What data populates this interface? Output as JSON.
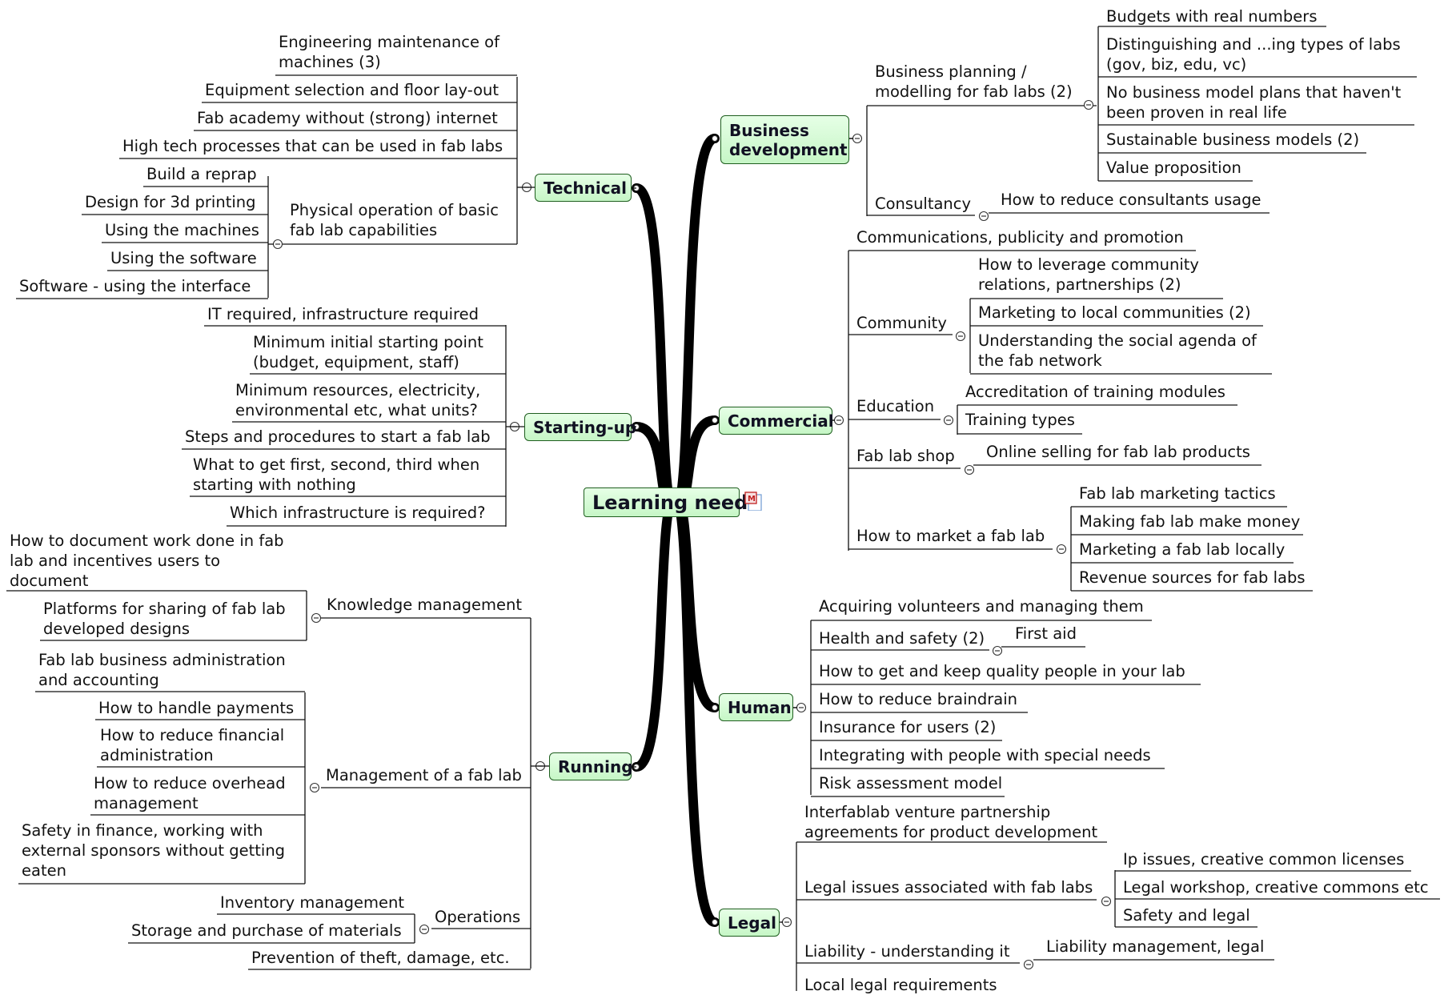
{
  "central": "Learning needs",
  "central_icon": "note-icon",
  "branches": [
    {
      "key": "technical",
      "label": "Technical",
      "children": [
        {
          "label": "Engineering maintenance of\nmachines (3)"
        },
        {
          "label": "Equipment selection and floor lay-out"
        },
        {
          "label": "Fab academy without (strong) internet"
        },
        {
          "label": "High tech processes that can be used in fab labs"
        },
        {
          "label": "Physical operation of basic\nfab lab capabilities",
          "children": [
            {
              "label": "Build a reprap"
            },
            {
              "label": "Design for 3d printing"
            },
            {
              "label": "Using the machines"
            },
            {
              "label": "Using the software"
            },
            {
              "label": "Software - using the interface"
            }
          ]
        }
      ]
    },
    {
      "key": "starting",
      "label": "Starting-up",
      "children": [
        {
          "label": "IT required, infrastructure required"
        },
        {
          "label": "Minimum initial starting point\n(budget, equipment, staff)"
        },
        {
          "label": "Minimum resources, electricity,\nenvironmental etc, what units?"
        },
        {
          "label": "Steps and procedures to start a fab lab"
        },
        {
          "label": "What to get first, second, third when\nstarting with nothing"
        },
        {
          "label": "Which infrastructure is required?"
        }
      ]
    },
    {
      "key": "running",
      "label": "Running",
      "children": [
        {
          "label": "Knowledge management",
          "children": [
            {
              "label": "How to document work done in fab\nlab and incentives users to\ndocument"
            },
            {
              "label": "Platforms for sharing of fab lab\ndeveloped designs"
            }
          ]
        },
        {
          "label": "Management of a fab lab",
          "children": [
            {
              "label": "Fab lab business administration\nand accounting"
            },
            {
              "label": "How to handle payments"
            },
            {
              "label": "How to reduce financial\nadministration"
            },
            {
              "label": "How to reduce overhead\nmanagement"
            },
            {
              "label": "Safety in finance, working with\nexternal sponsors without getting\neaten"
            }
          ]
        },
        {
          "label": "Operations",
          "children": [
            {
              "label": "Inventory management"
            },
            {
              "label": "Storage and purchase of materials"
            }
          ]
        },
        {
          "label": "Prevention of theft, damage, etc."
        }
      ]
    },
    {
      "key": "business",
      "label": "Business\ndevelopment",
      "children": [
        {
          "label": "Business planning /\nmodelling for fab labs (2)",
          "children": [
            {
              "label": "Budgets with real numbers"
            },
            {
              "label": "Distinguishing and ...ing types of labs\n(gov, biz, edu, vc)"
            },
            {
              "label": "No business model plans that haven't\nbeen proven in real life"
            },
            {
              "label": "Sustainable business models (2)"
            },
            {
              "label": "Value proposition"
            }
          ]
        },
        {
          "label": "Consultancy",
          "children": [
            {
              "label": "How to reduce consultants usage"
            }
          ]
        }
      ]
    },
    {
      "key": "commercial",
      "label": "Commercial",
      "children": [
        {
          "label": "Communications, publicity and promotion"
        },
        {
          "label": "Community",
          "children": [
            {
              "label": "How to leverage community\nrelations, partnerships (2)"
            },
            {
              "label": "Marketing to local communities (2)"
            },
            {
              "label": "Understanding the social agenda of\nthe fab network"
            }
          ]
        },
        {
          "label": "Education",
          "children": [
            {
              "label": "Accreditation of training modules"
            },
            {
              "label": "Training types"
            }
          ]
        },
        {
          "label": "Fab lab shop",
          "children": [
            {
              "label": "Online selling for fab lab products"
            }
          ]
        },
        {
          "label": "How to market a fab lab",
          "children": [
            {
              "label": "Fab lab marketing tactics"
            },
            {
              "label": "Making fab lab make money"
            },
            {
              "label": "Marketing a fab lab locally"
            },
            {
              "label": "Revenue sources for fab labs"
            }
          ]
        }
      ]
    },
    {
      "key": "human",
      "label": "Human",
      "children": [
        {
          "label": "Acquiring volunteers and managing them"
        },
        {
          "label": "Health and safety (2)",
          "children": [
            {
              "label": "First aid"
            }
          ]
        },
        {
          "label": "How to get and keep quality people in your lab"
        },
        {
          "label": "How to reduce braindrain"
        },
        {
          "label": "Insurance for users (2)"
        },
        {
          "label": "Integrating with people with special needs"
        },
        {
          "label": "Risk assessment model"
        }
      ]
    },
    {
      "key": "legal",
      "label": "Legal",
      "children": [
        {
          "label": "Interfablab venture partnership\nagreements for product development"
        },
        {
          "label": "Legal issues associated with fab labs",
          "children": [
            {
              "label": "Ip issues, creative common licenses"
            },
            {
              "label": "Legal workshop, creative commons etc"
            },
            {
              "label": "Safety and legal"
            }
          ]
        },
        {
          "label": "Liability - understanding it",
          "children": [
            {
              "label": "Liability management, legal"
            }
          ]
        },
        {
          "label": "Local legal requirements"
        }
      ]
    }
  ]
}
